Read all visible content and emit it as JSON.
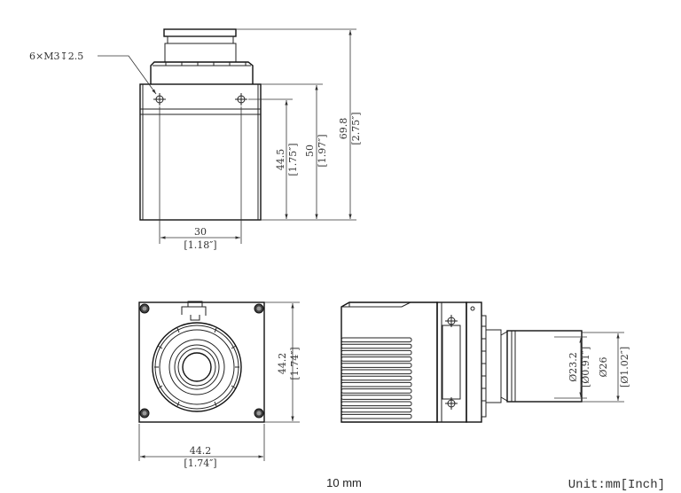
{
  "top_view": {
    "thread_callout": "6×M3↧2.5",
    "dim_hole_spacing": "30",
    "dim_hole_spacing_in": "[1.18″]",
    "dim_hole_height": "44.5",
    "dim_hole_height_in": "[1.75″]",
    "dim_body_height": "50",
    "dim_body_height_in": "[1.97″]",
    "dim_total_height": "69.8",
    "dim_total_height_in": "[2.75″]"
  },
  "front_view": {
    "dim_height": "44.2",
    "dim_height_in": "[1.74″]",
    "dim_width": "44.2",
    "dim_width_in": "[1.74″]"
  },
  "side_view": {
    "dim_inner_dia": "Ø23.2",
    "dim_inner_dia_in": "[Ø0.91″]",
    "dim_outer_dia": "Ø26",
    "dim_outer_dia_in": "[Ø1.02″]"
  },
  "scale_label": "10 mm",
  "unit_label": "Unit:mm[Inch]"
}
